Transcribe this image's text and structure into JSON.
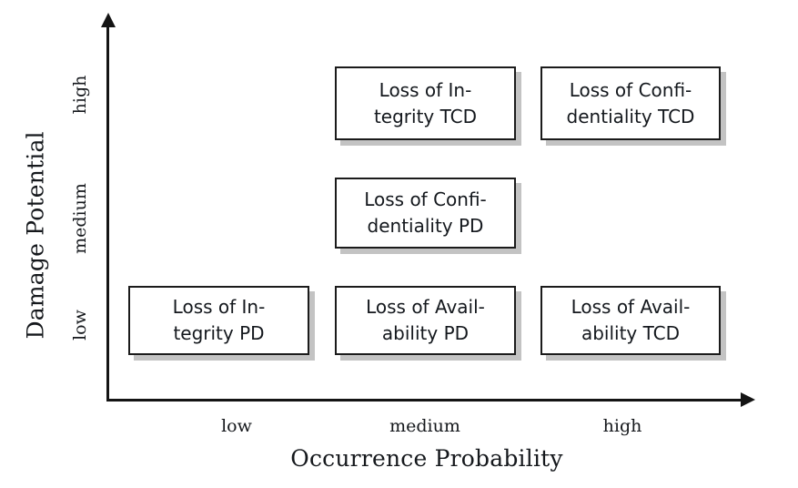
{
  "chart_data": {
    "type": "heatmap",
    "title": "",
    "xlabel": "Occurrence Probability",
    "ylabel": "Damage Potential",
    "x_categories": [
      "low",
      "medium",
      "high"
    ],
    "y_categories": [
      "low",
      "medium",
      "high"
    ],
    "grid": false,
    "legend": "none",
    "cells": [
      {
        "x": "medium",
        "y": "high",
        "label": "Loss of In-\ntegrity TCD"
      },
      {
        "x": "high",
        "y": "high",
        "label": "Loss of Confi-\ndentiality TCD"
      },
      {
        "x": "medium",
        "y": "medium",
        "label": "Loss of Confi-\ndentiality PD"
      },
      {
        "x": "low",
        "y": "low",
        "label": "Loss of In-\ntegrity PD"
      },
      {
        "x": "medium",
        "y": "low",
        "label": "Loss of Avail-\nability PD"
      },
      {
        "x": "high",
        "y": "low",
        "label": "Loss of Avail-\nability TCD"
      }
    ]
  },
  "axes": {
    "y": {
      "title": "Damage Potential",
      "ticks": {
        "high": "high",
        "medium": "medium",
        "low": "low"
      }
    },
    "x": {
      "title": "Occurrence Probability",
      "ticks": {
        "low": "low",
        "medium": "medium",
        "high": "high"
      }
    }
  },
  "colors": {
    "axis": "#141414",
    "box_border": "#1b1b1b",
    "box_fill": "#ffffff",
    "box_shadow": "#c3c3c3",
    "text": "#14181d",
    "background": "#ffffff"
  }
}
